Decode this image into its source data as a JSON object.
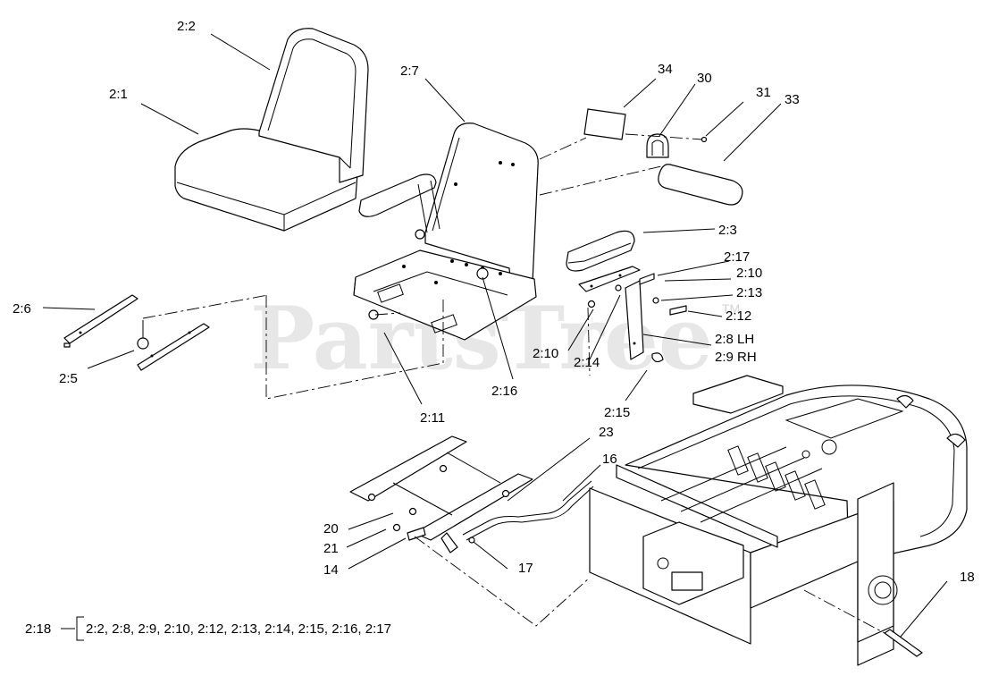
{
  "watermark": {
    "text": "PartsTree",
    "trademark": "TM"
  },
  "callouts": [
    {
      "id": "c-2-2",
      "text": "2:2"
    },
    {
      "id": "c-2-1",
      "text": "2:1"
    },
    {
      "id": "c-2-7",
      "text": "2:7"
    },
    {
      "id": "c-34",
      "text": "34"
    },
    {
      "id": "c-30",
      "text": "30"
    },
    {
      "id": "c-31",
      "text": "31"
    },
    {
      "id": "c-33",
      "text": "33"
    },
    {
      "id": "c-2-3",
      "text": "2:3"
    },
    {
      "id": "c-2-17",
      "text": "2:17"
    },
    {
      "id": "c-2-10-right",
      "text": "2:10"
    },
    {
      "id": "c-2-13",
      "text": "2:13"
    },
    {
      "id": "c-2-12",
      "text": "2:12"
    },
    {
      "id": "c-2-8",
      "text": "2:8 LH"
    },
    {
      "id": "c-2-9",
      "text": "2:9 RH"
    },
    {
      "id": "c-2-6",
      "text": "2:6"
    },
    {
      "id": "c-2-5",
      "text": "2:5"
    },
    {
      "id": "c-2-10-left",
      "text": "2:10"
    },
    {
      "id": "c-2-14",
      "text": "2:14"
    },
    {
      "id": "c-2-16",
      "text": "2:16"
    },
    {
      "id": "c-2-15",
      "text": "2:15"
    },
    {
      "id": "c-2-11",
      "text": "2:11"
    },
    {
      "id": "c-23",
      "text": "23"
    },
    {
      "id": "c-16",
      "text": "16"
    },
    {
      "id": "c-20",
      "text": "20"
    },
    {
      "id": "c-21",
      "text": "21"
    },
    {
      "id": "c-14",
      "text": "14"
    },
    {
      "id": "c-17",
      "text": "17"
    },
    {
      "id": "c-18",
      "text": "18"
    }
  ],
  "kit_legend": {
    "kit": "2:18",
    "contents": "2:2, 2:8, 2:9, 2:10, 2:12, 2:13, 2:14, 2:15, 2:16, 2:17"
  }
}
